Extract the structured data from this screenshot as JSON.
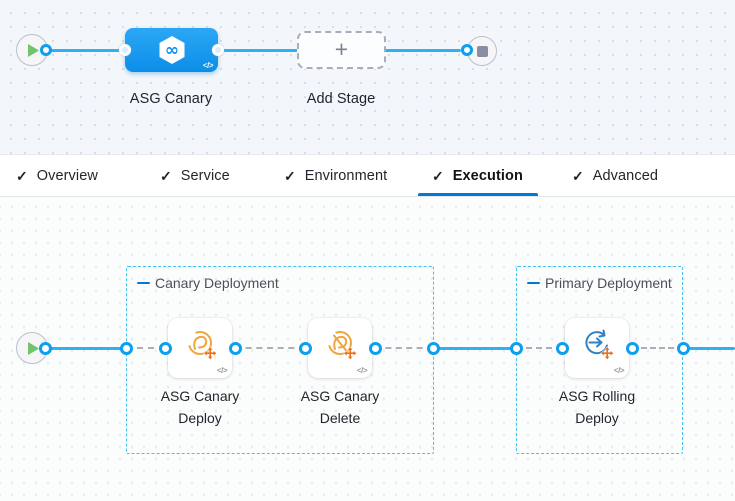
{
  "ui": {
    "check_glyph": "✓",
    "code_glyph": "</>",
    "plus_glyph": "+"
  },
  "colors": {
    "accent_blue": "#0278d5",
    "flow_line_blue": "#2db1f2",
    "port_ring_blue": "#0b9ff0",
    "stage_blue_top": "#2ba7f5",
    "stage_blue_bottom": "#0c8ee8",
    "group_border_cyan": "#41c2f0",
    "canary_amber": "#f1a53c",
    "asg_orange": "#e8721b",
    "rolling_blue": "#2f80c4",
    "play_green": "#72c36c"
  },
  "pipeline_canvas": {
    "stage_label": "ASG Canary",
    "add_stage_label": "Add Stage"
  },
  "tabs": [
    {
      "label": "Overview",
      "checked": true,
      "active": false
    },
    {
      "label": "Service",
      "checked": true,
      "active": false
    },
    {
      "label": "Environment",
      "checked": true,
      "active": false
    },
    {
      "label": "Execution",
      "checked": true,
      "active": true
    },
    {
      "label": "Advanced",
      "checked": true,
      "active": false
    }
  ],
  "execution_canvas": {
    "groups": [
      {
        "label": "Canary Deployment"
      },
      {
        "label": "Primary Deployment"
      }
    ],
    "steps": [
      {
        "label": "ASG Canary Deploy",
        "icon": "asg-canary-deploy"
      },
      {
        "label": "ASG Canary Delete",
        "icon": "asg-canary-delete"
      },
      {
        "label": "ASG Rolling Deploy",
        "icon": "asg-rolling-deploy"
      }
    ]
  }
}
